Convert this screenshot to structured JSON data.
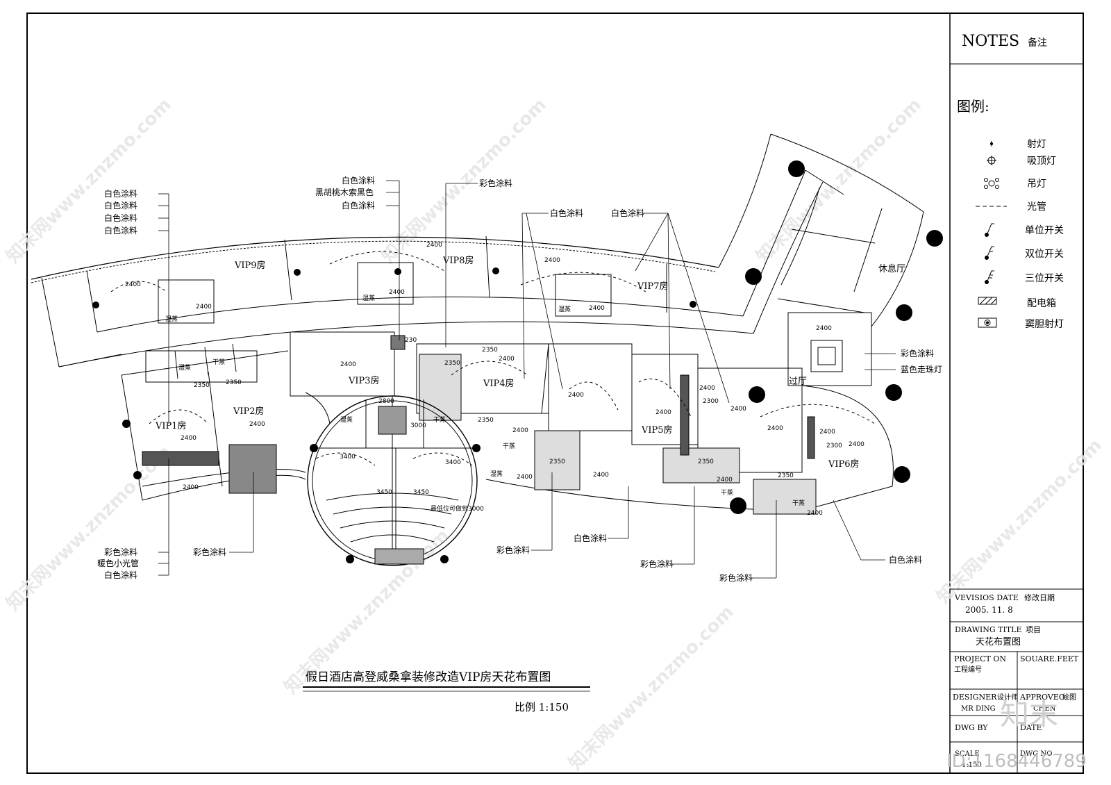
{
  "notes": {
    "title": "NOTES",
    "title_cn": "备注"
  },
  "legend": {
    "heading": "图例:",
    "items": [
      {
        "icon": "spotlight-icon",
        "label": "射灯"
      },
      {
        "icon": "ceiling-lamp-icon",
        "label": "吸顶灯"
      },
      {
        "icon": "pendant-lamp-icon",
        "label": "吊灯"
      },
      {
        "icon": "light-tube-icon",
        "label": "光管"
      },
      {
        "icon": "single-switch-icon",
        "label": "单位开关"
      },
      {
        "icon": "double-switch-icon",
        "label": "双位开关"
      },
      {
        "icon": "triple-switch-icon",
        "label": "三位开关"
      },
      {
        "icon": "distribution-box-icon",
        "label": "配电箱"
      },
      {
        "icon": "recessed-spotlight-icon",
        "label": "窦胆射灯"
      }
    ]
  },
  "titleblock": {
    "revision_label": "VEVISIOS DATE",
    "revision_label_cn": "修改日期",
    "revision_date": "2005. 11. 8",
    "drawing_title_label": "DRAWING TITLE",
    "drawing_title_label_cn": "项目",
    "drawing_title": "天花布置图",
    "project_label": "PROJECT ON",
    "project_label_cn": "工程编号",
    "square_label": "SOUARE.FEET",
    "designer_label": "DESIGNER",
    "designer_label_cn": "设计师",
    "designer": "MR DING",
    "approved_label": "APPROVEO",
    "approved_label_cn": "绘图",
    "approved": "CHEN",
    "dwg_label": "DWG BY",
    "date_label": "DATE",
    "scale_label": "SCALE",
    "scale_value": "1:150",
    "dwg_no_label": "DWG NO"
  },
  "main_title": "假日酒店高登威桑拿装修改造VIP房天花布置图",
  "scale": "比例  1:150",
  "rooms": {
    "vip1": "VIP1房",
    "vip2": "VIP2房",
    "vip3": "VIP3房",
    "vip4": "VIP4房",
    "vip5": "VIP5房",
    "vip6": "VIP6房",
    "vip7": "VIP7房",
    "vip8": "VIP8房",
    "vip9": "VIP9房",
    "lounge": "休息厅",
    "corridor": "过厅",
    "wet_steam": "湿蒸",
    "dry_steam": "干蒸",
    "lowest_note": "最低位可做到3000"
  },
  "callouts": {
    "white_paint": "白色涂料",
    "color_paint": "彩色涂料",
    "walnut_black": "黑胡桃木索黑色",
    "warm_tube": "暖色小光管",
    "blue_bead": "蓝色走珠灯"
  },
  "dims": [
    "2400",
    "2350",
    "2300",
    "2800",
    "3000",
    "3400",
    "3450",
    "230"
  ],
  "watermark": {
    "brand": "知末",
    "id": "ID:1168446789",
    "site": "知末网www.znzmo.com"
  }
}
